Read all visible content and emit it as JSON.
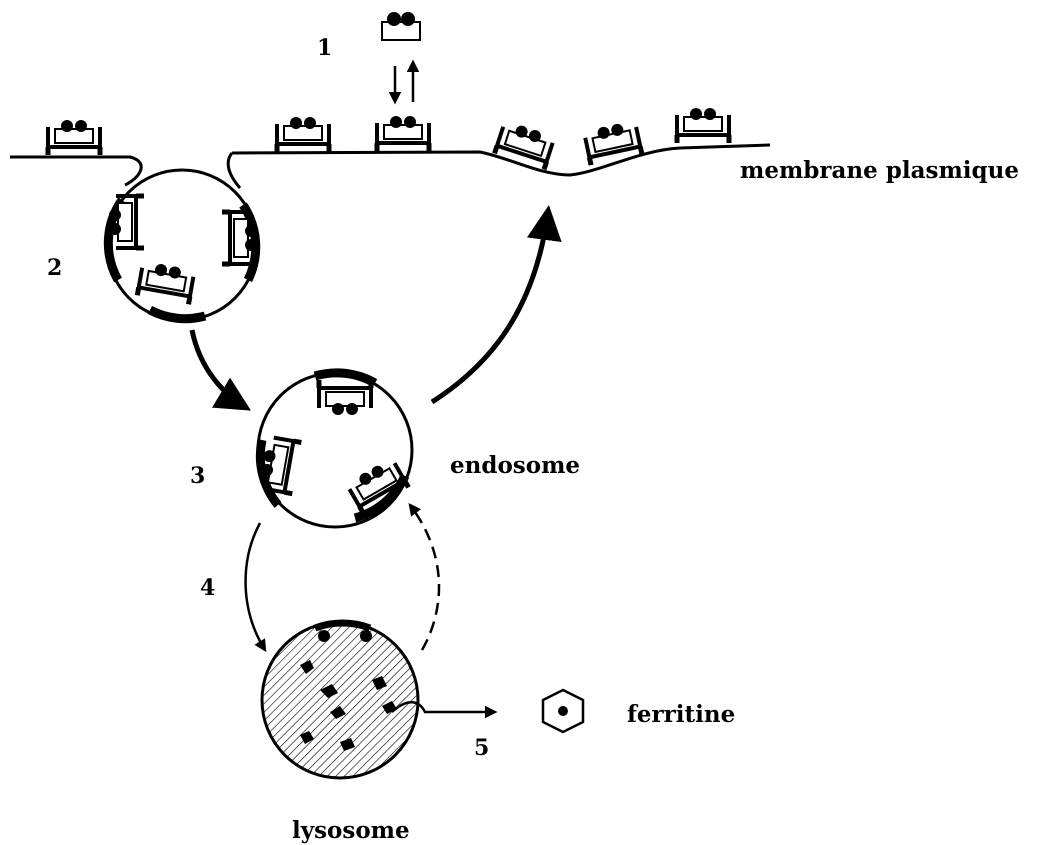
{
  "labels": {
    "step1": "1",
    "step2": "2",
    "step3": "3",
    "step4": "4",
    "step5": "5",
    "membrane": "membrane plasmique",
    "endosome": "endosome",
    "lysosome": "lysosome",
    "ferritine": "ferritine"
  },
  "legend": {
    "ferritine_icon": "hexagon-dot-icon"
  },
  "colors": {
    "ink": "#000000",
    "background": "#ffffff"
  }
}
